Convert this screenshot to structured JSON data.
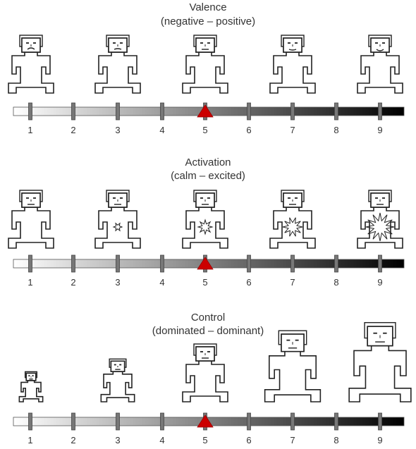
{
  "scales": [
    {
      "title": "Valence",
      "subtitle": "(negative – positive)",
      "ticks": [
        "1",
        "2",
        "3",
        "4",
        "5",
        "6",
        "7",
        "8",
        "9"
      ],
      "selected": "5",
      "figures": [
        "sad-face-figure",
        "slightly-sad-face-figure",
        "neutral-face-figure",
        "slightly-happy-face-figure",
        "happy-face-figure"
      ]
    },
    {
      "title": "Activation",
      "subtitle": "(calm – excited)",
      "ticks": [
        "1",
        "2",
        "3",
        "4",
        "5",
        "6",
        "7",
        "8",
        "9"
      ],
      "selected": "5",
      "figures": [
        "calm-figure",
        "slightly-aroused-figure",
        "moderately-aroused-figure",
        "aroused-figure",
        "highly-excited-figure"
      ]
    },
    {
      "title": "Control",
      "subtitle": "(dominated – dominant)",
      "ticks": [
        "1",
        "2",
        "3",
        "4",
        "5",
        "6",
        "7",
        "8",
        "9"
      ],
      "selected": "5",
      "figures": [
        "smallest-figure",
        "small-figure",
        "medium-figure",
        "large-figure",
        "largest-figure"
      ]
    }
  ],
  "colors": {
    "marker": "#cc0000",
    "stroke": "#222222",
    "bar_light": "#ffffff",
    "bar_dark": "#000000"
  }
}
